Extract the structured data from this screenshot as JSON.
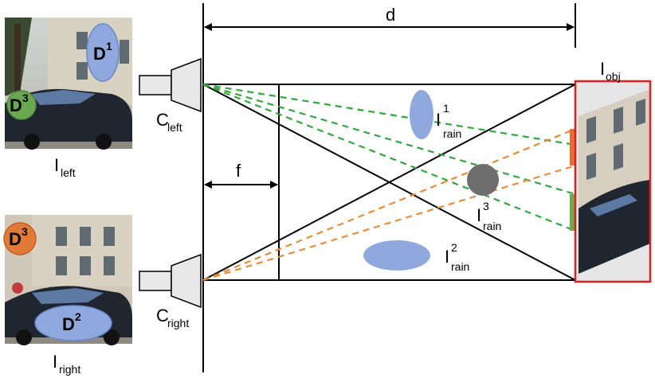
{
  "labels": {
    "d": "d",
    "f": "f",
    "c_left": "C",
    "c_left_sub": "left",
    "c_right": "C",
    "c_right_sub": "right",
    "i_left": "I",
    "i_left_sub": "left",
    "i_right": "I",
    "i_right_sub": "right",
    "i_obj": "I",
    "i_obj_sub": "obj",
    "rain1": "I",
    "rain1_sup": "1",
    "rain1_sub": "rain",
    "rain2": "I",
    "rain2_sup": "2",
    "rain2_sub": "rain",
    "rain3": "I",
    "rain3_sup": "3",
    "rain3_sub": "rain",
    "d1": "D",
    "d1_sup": "1",
    "d2": "D",
    "d2_sup": "2",
    "d3_left": "D",
    "d3_left_sup": "3",
    "d3_right": "D",
    "d3_right_sup": "3"
  },
  "colors": {
    "blue_drop": "#8fa8dd",
    "gray_drop": "#6e6e6e",
    "green_ray": "#2faa3a",
    "orange_ray": "#ee8a36",
    "green_seg": "#6aac45",
    "orange_seg": "#ea6b2a",
    "red_frame": "#e02020",
    "d3_green": "#6aa84f",
    "d3_orange": "#e07a36"
  }
}
